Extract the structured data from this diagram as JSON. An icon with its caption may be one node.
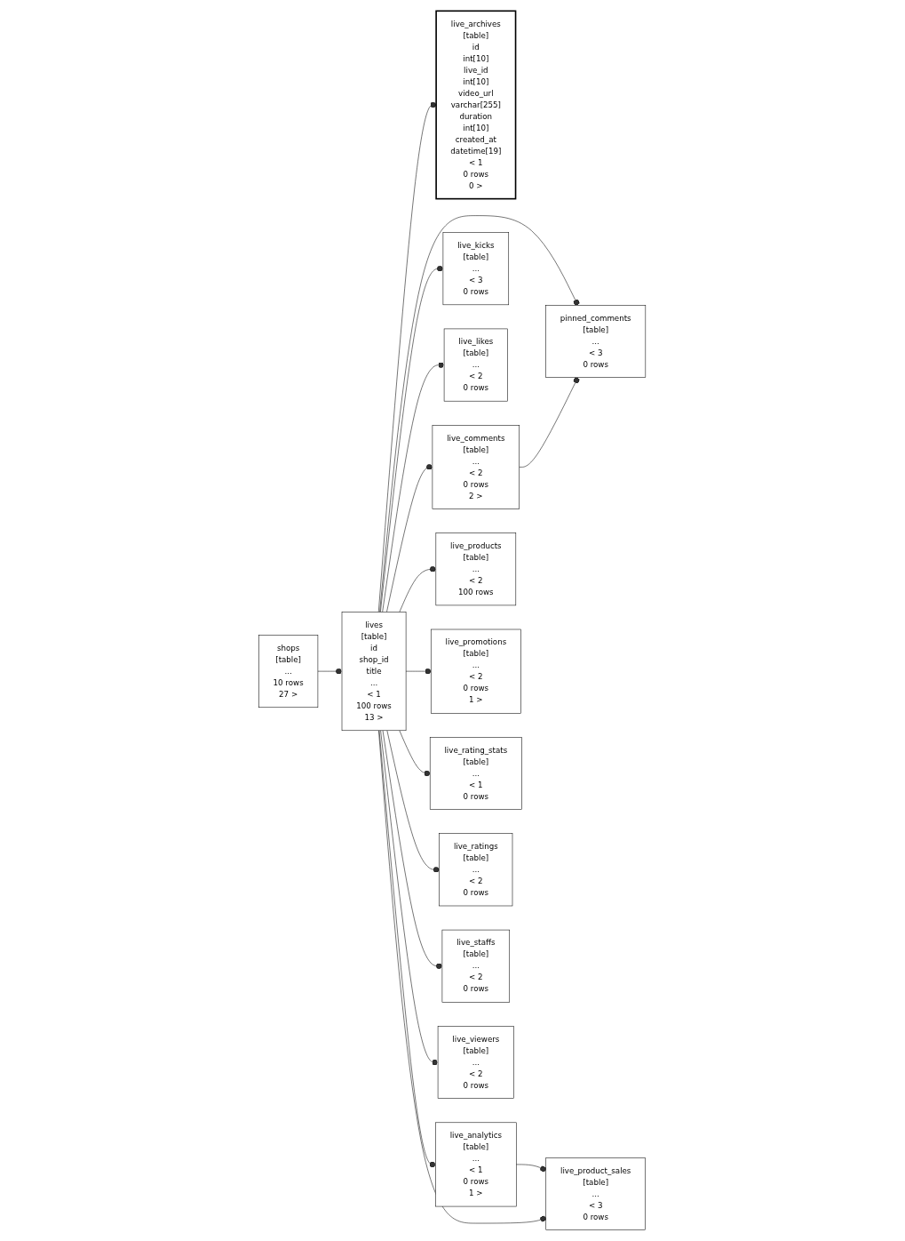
{
  "diagram": {
    "nodes": [
      {
        "text": [
          "live_archives",
          "[table]",
          "id",
          "int[10]",
          "live_id",
          "int[10]",
          "video_url",
          "varchar[255]",
          "duration",
          "int[10]",
          "created_at",
          "datetime[19]",
          "< 1",
          "0 rows",
          "0 >"
        ]
      },
      {
        "text": [
          "pinned_comments",
          "[table]",
          "...",
          "< 3",
          "0 rows"
        ]
      },
      {
        "text": [
          "live_comments",
          "[table]",
          "...",
          "< 2",
          "0 rows",
          "2 >"
        ]
      },
      {
        "text": [
          "live_kicks",
          "[table]",
          "...",
          "< 3",
          "0 rows"
        ]
      },
      {
        "text": [
          "live_likes",
          "[table]",
          "...",
          "< 2",
          "0 rows"
        ]
      },
      {
        "text": [
          "live_analytics",
          "[table]",
          "...",
          "< 1",
          "0 rows",
          "1 >"
        ]
      },
      {
        "text": [
          "live_product_sales",
          "[table]",
          "...",
          "< 3",
          "0 rows"
        ]
      },
      {
        "text": [
          "shops",
          "[table]",
          "...",
          "10 rows",
          "27 >"
        ]
      },
      {
        "text": [
          "lives",
          "[table]",
          "id",
          "shop_id",
          "title",
          "...",
          "< 1",
          "100 rows",
          "13 >"
        ]
      },
      {
        "text": [
          "live_products",
          "[table]",
          "...",
          "< 2",
          "100 rows"
        ]
      },
      {
        "text": [
          "live_promotions",
          "[table]",
          "...",
          "< 2",
          "0 rows",
          "1 >"
        ]
      },
      {
        "text": [
          "live_rating_stats",
          "[table]",
          "...",
          "< 1",
          "0 rows"
        ]
      },
      {
        "text": [
          "live_ratings",
          "[table]",
          "...",
          "< 2",
          "0 rows"
        ]
      },
      {
        "text": [
          "live_staffs",
          "[table]",
          "...",
          "< 2",
          "0 rows"
        ]
      },
      {
        "text": [
          "live_viewers",
          "[table]",
          "...",
          "< 2",
          "0 rows"
        ]
      }
    ],
    "edges": [
      {
        "from": 7,
        "to": 8,
        "arrow": "other"
      },
      {
        "from": 8,
        "to": 0,
        "arrow": "other"
      },
      {
        "from": 8,
        "to": 1,
        "arrow": "other"
      },
      {
        "from": 2,
        "to": 1,
        "arrow": "other"
      },
      {
        "from": 8,
        "to": 2,
        "arrow": "other"
      },
      {
        "from": 8,
        "to": 3,
        "arrow": "other"
      },
      {
        "from": 8,
        "to": 4,
        "arrow": "other"
      },
      {
        "from": 8,
        "to": 5,
        "arrow": "other"
      },
      {
        "from": 5,
        "to": 6,
        "arrow": "other"
      },
      {
        "from": 8,
        "to": 6,
        "arrow": "other"
      },
      {
        "from": 8,
        "to": 9,
        "arrow": "other"
      },
      {
        "from": 8,
        "to": 10,
        "arrow": "other"
      },
      {
        "from": 8,
        "to": 11,
        "arrow": "other"
      },
      {
        "from": 8,
        "to": 12,
        "arrow": "other"
      },
      {
        "from": 8,
        "to": 13,
        "arrow": "other"
      },
      {
        "from": 8,
        "to": 14,
        "arrow": "other"
      }
    ]
  }
}
